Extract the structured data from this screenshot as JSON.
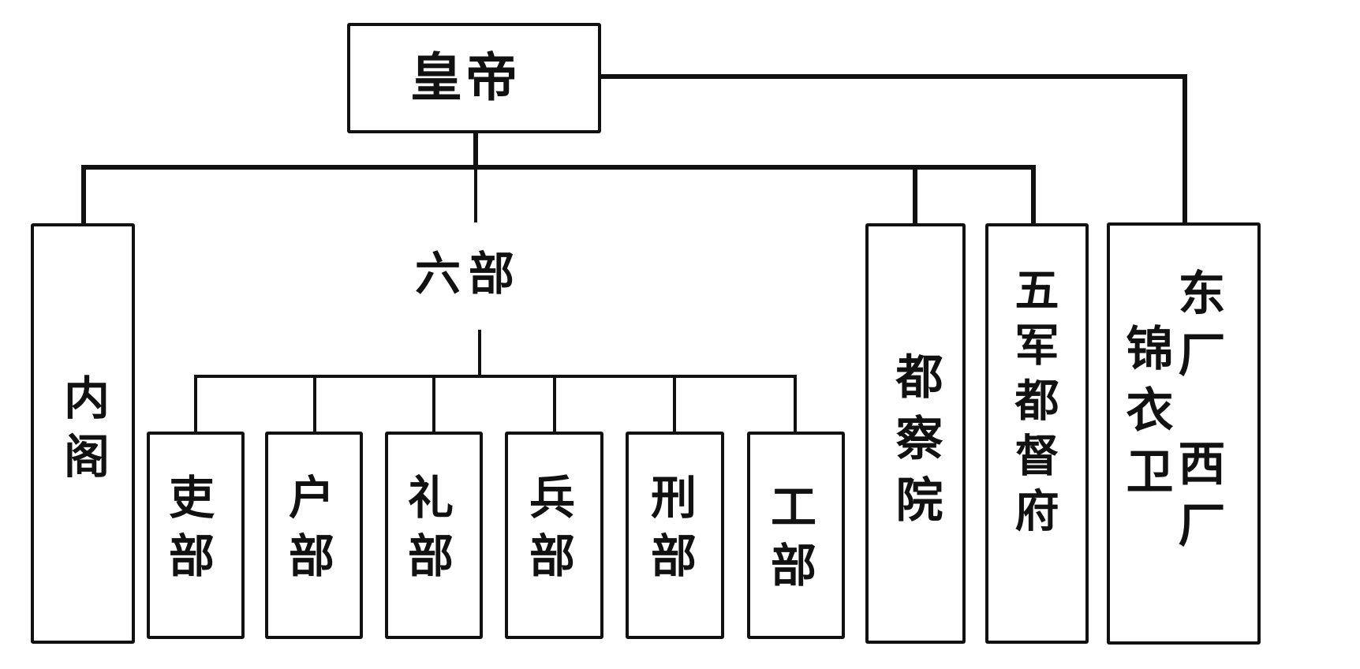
{
  "diagram": {
    "root": "皇帝",
    "neige": "内阁",
    "liubu": {
      "title": "六部",
      "items": [
        "吏部",
        "户部",
        "礼部",
        "兵部",
        "刑部",
        "工部"
      ]
    },
    "duchayuan": "都察院",
    "wujun": "五军都督府",
    "jinyiwei": "锦衣卫",
    "dongchang": "东厂",
    "xichang": "西厂"
  },
  "colors": {
    "line": "#111111",
    "background": "#ffffff"
  }
}
